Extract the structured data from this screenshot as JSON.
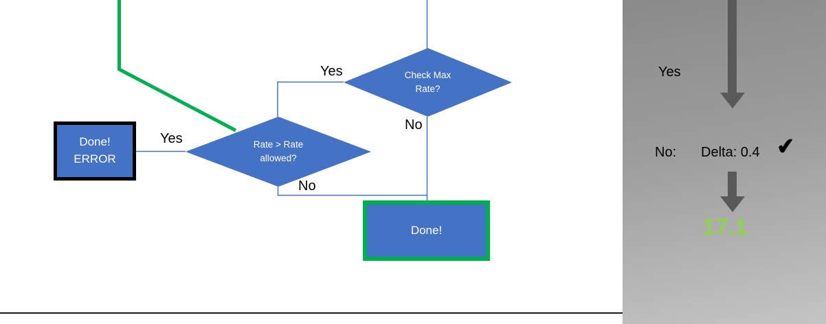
{
  "flowchart": {
    "decision_check_max_rate": {
      "line1": "Check Max",
      "line2": "Rate?"
    },
    "decision_rate_allowed": {
      "line1": "Rate > Rate",
      "line2": "allowed?"
    },
    "box_done_error": {
      "line1": "Done!",
      "line2": "ERROR"
    },
    "box_done": {
      "label": "Done!"
    },
    "edge_labels": {
      "check_max_yes": "Yes",
      "check_max_no": "No",
      "rate_allowed_yes": "Yes",
      "rate_allowed_no": "No"
    }
  },
  "trace_panel": {
    "yes_label": "Yes",
    "no_label": "No:",
    "delta_value": "Delta: 0.4",
    "check_mark": "✔",
    "result": "17.1"
  },
  "colors": {
    "shape_blue": "#4472c4",
    "connector_blue": "#4472c4",
    "flow_green": "#00b050",
    "result_green": "#92d050",
    "arrow_gray": "#595959"
  }
}
